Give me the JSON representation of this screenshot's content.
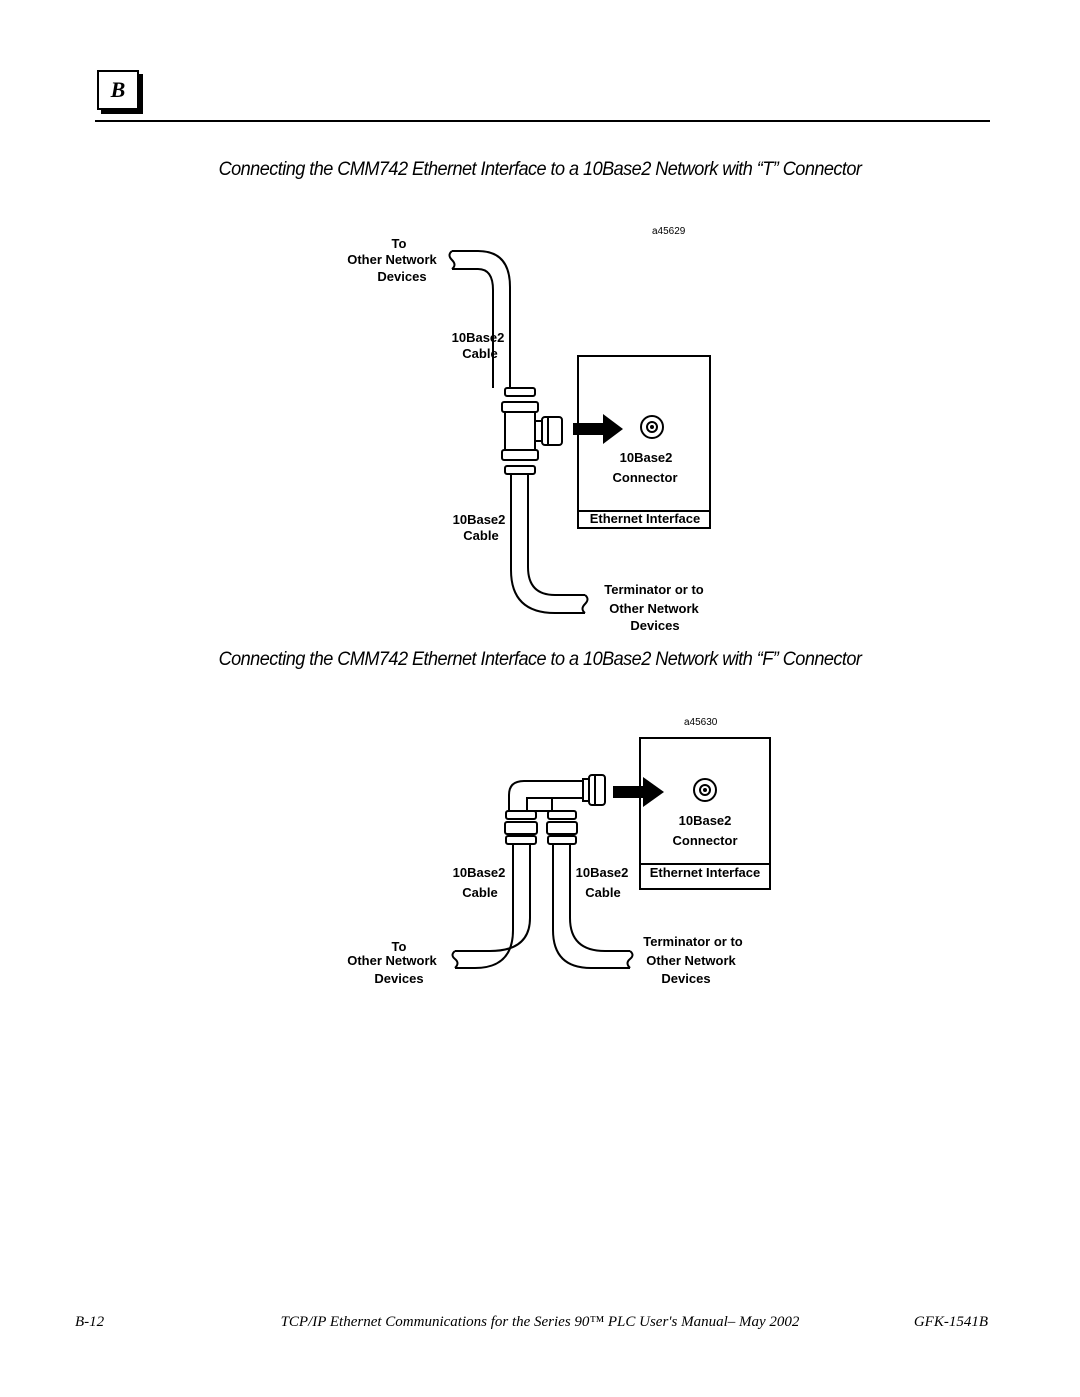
{
  "header": {
    "tab_letter": "B"
  },
  "figure1": {
    "heading": "Connecting the CMM742 Ethernet Interface to a 10Base2 Network with “T” Connector",
    "fig_id": "a45629",
    "to_label": "To",
    "other_network_label": "Other Network",
    "devices_label": "Devices",
    "cable_label_1": "10Base2",
    "cable_label_2": "Cable",
    "cable_label_3": "10Base2",
    "cable_label_4": "Cable",
    "connector_label_1": "10Base2",
    "connector_label_2": "Connector",
    "interface_label": "Ethernet Interface",
    "terminator_label": "Terminator or to",
    "other_network_label_2": "Other Network",
    "devices_label_2": "Devices"
  },
  "figure2": {
    "heading": "Connecting the CMM742 Ethernet Interface to a 10Base2 Network with “F” Connector",
    "fig_id": "a45630",
    "connector_label_1": "10Base2",
    "connector_label_2": "Connector",
    "interface_label": "Ethernet Interface",
    "cable_left_1": "10Base2",
    "cable_left_2": "Cable",
    "cable_right_1": "10Base2",
    "cable_right_2": "Cable",
    "to_label": "To",
    "other_network_label": "Other Network",
    "devices_label": "Devices",
    "terminator_label": "Terminator or to",
    "other_network_label_2": "Other Network",
    "devices_label_2": "Devices"
  },
  "footer": {
    "page_number": "B-12",
    "title": "TCP/IP Ethernet Communications for the Series 90™ PLC User's Manual– May 2002",
    "doc_number": "GFK-1541B"
  }
}
